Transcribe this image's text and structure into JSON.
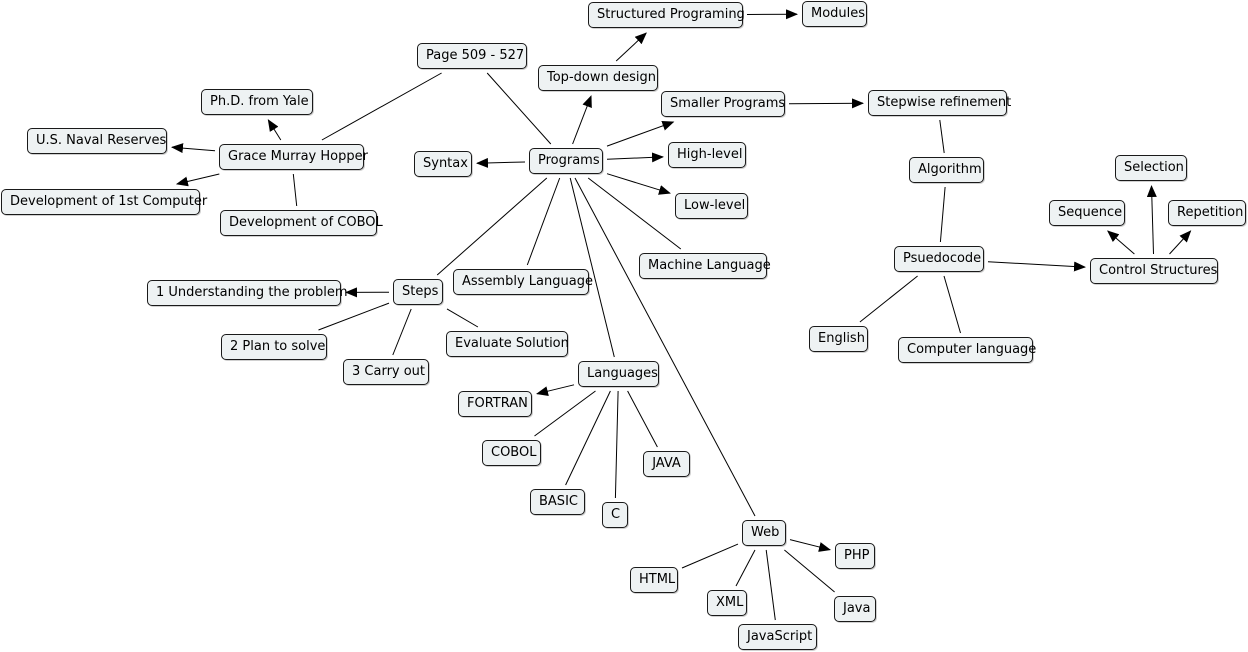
{
  "nodes": {
    "page": "Page 509 - 527",
    "structured": "Structured Programing",
    "modules": "Modules",
    "topdown": "Top-down design",
    "smaller": "Smaller Programs",
    "stepwise": "Stepwise refinement",
    "phd": "Ph.D. from Yale",
    "naval": "U.S. Naval Reserves",
    "grace": "Grace Murray Hopper",
    "dev1st": "Development of 1st Computer",
    "cobolDev": "Development of COBOL",
    "syntax": "Syntax",
    "programs": "Programs",
    "highlevel": "High-level",
    "lowlevel": "Low-level",
    "algorithm": "Algorithm",
    "selection": "Selection",
    "sequence": "Sequence",
    "repetition": "Repetition",
    "pseudocode": "Psuedocode",
    "control": "Control Structures",
    "machine": "Machine Language",
    "assembly": "Assembly Language",
    "steps": "Steps",
    "understand": "1 Understanding the problem",
    "plan": "2 Plan to solve",
    "carry": "3 Carry out",
    "evaluate": "Evaluate Solution",
    "english": "English",
    "complang": "Computer language",
    "languages": "Languages",
    "fortran": "FORTRAN",
    "cobol": "COBOL",
    "java": "JAVA",
    "basic": "BASIC",
    "c": "C",
    "web": "Web",
    "php": "PHP",
    "html": "HTML",
    "xml": "XML",
    "javaw": "Java",
    "javascript": "JavaScript"
  },
  "links": [
    {
      "from": "page",
      "to": "grace",
      "arrow": false
    },
    {
      "from": "page",
      "to": "programs",
      "arrow": false
    },
    {
      "from": "grace",
      "to": "phd",
      "arrow": true
    },
    {
      "from": "grace",
      "to": "naval",
      "arrow": true
    },
    {
      "from": "grace",
      "to": "dev1st",
      "arrow": true
    },
    {
      "from": "grace",
      "to": "cobolDev",
      "arrow": false
    },
    {
      "from": "programs",
      "to": "syntax",
      "arrow": true
    },
    {
      "from": "programs",
      "to": "topdown",
      "arrow": true
    },
    {
      "from": "topdown",
      "to": "structured",
      "arrow": true
    },
    {
      "from": "structured",
      "to": "modules",
      "arrow": true
    },
    {
      "from": "programs",
      "to": "smaller",
      "arrow": true
    },
    {
      "from": "smaller",
      "to": "stepwise",
      "arrow": true
    },
    {
      "from": "programs",
      "to": "highlevel",
      "arrow": true
    },
    {
      "from": "programs",
      "to": "lowlevel",
      "arrow": true
    },
    {
      "from": "programs",
      "to": "machine",
      "arrow": false
    },
    {
      "from": "programs",
      "to": "assembly",
      "arrow": false
    },
    {
      "from": "programs",
      "to": "steps",
      "arrow": false
    },
    {
      "from": "programs",
      "to": "languages",
      "arrow": false
    },
    {
      "from": "programs",
      "to": "web",
      "arrow": false
    },
    {
      "from": "stepwise",
      "to": "algorithm",
      "arrow": false
    },
    {
      "from": "algorithm",
      "to": "pseudocode",
      "arrow": false
    },
    {
      "from": "pseudocode",
      "to": "control",
      "arrow": true
    },
    {
      "from": "pseudocode",
      "to": "english",
      "arrow": false
    },
    {
      "from": "pseudocode",
      "to": "complang",
      "arrow": false
    },
    {
      "from": "control",
      "to": "selection",
      "arrow": true
    },
    {
      "from": "control",
      "to": "sequence",
      "arrow": true
    },
    {
      "from": "control",
      "to": "repetition",
      "arrow": true
    },
    {
      "from": "steps",
      "to": "understand",
      "arrow": true
    },
    {
      "from": "steps",
      "to": "plan",
      "arrow": false
    },
    {
      "from": "steps",
      "to": "carry",
      "arrow": false
    },
    {
      "from": "steps",
      "to": "evaluate",
      "arrow": false
    },
    {
      "from": "languages",
      "to": "fortran",
      "arrow": true
    },
    {
      "from": "languages",
      "to": "cobol",
      "arrow": false
    },
    {
      "from": "languages",
      "to": "basic",
      "arrow": false
    },
    {
      "from": "languages",
      "to": "c",
      "arrow": false
    },
    {
      "from": "languages",
      "to": "java",
      "arrow": false
    },
    {
      "from": "web",
      "to": "php",
      "arrow": true
    },
    {
      "from": "web",
      "to": "html",
      "arrow": false
    },
    {
      "from": "web",
      "to": "xml",
      "arrow": false
    },
    {
      "from": "web",
      "to": "javascript",
      "arrow": false
    },
    {
      "from": "web",
      "to": "javaw",
      "arrow": false
    }
  ],
  "colors": {
    "node_fill": "#eef2f3",
    "node_border": "#1a1a1a",
    "edge": "#000000",
    "background": "#ffffff"
  }
}
